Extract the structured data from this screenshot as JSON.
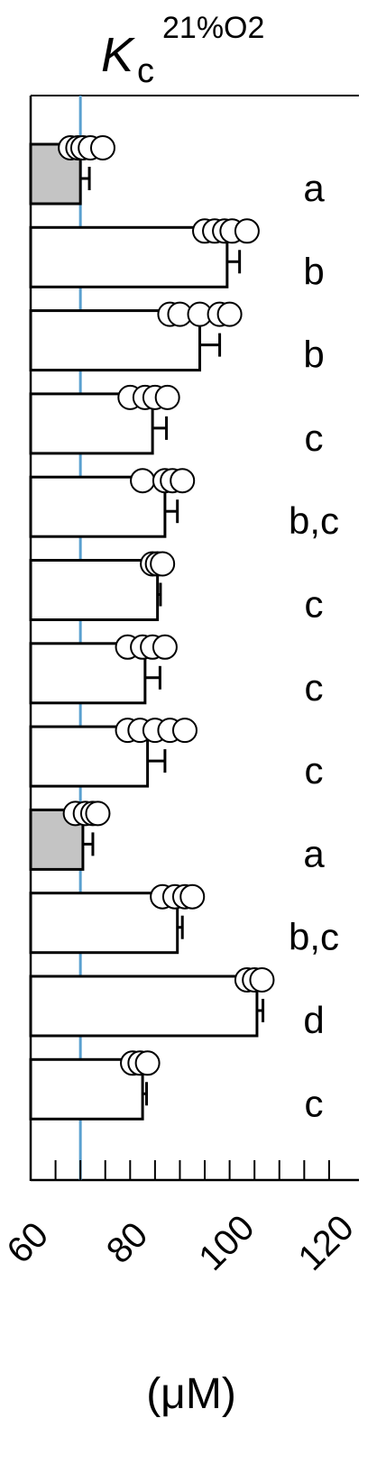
{
  "chart_data": {
    "type": "bar",
    "orientation": "horizontal",
    "title": {
      "main": "K",
      "subscript": "c",
      "superscript": "21%O2"
    },
    "xlabel": "(μM)",
    "xlim": [
      60,
      126
    ],
    "xticks": [
      60,
      80,
      100,
      120
    ],
    "minor_xticks": [
      65,
      70,
      75,
      85,
      90,
      95,
      105,
      110,
      115
    ],
    "reference_line": {
      "x": 70,
      "color": "#5aa0d0"
    },
    "grid": false,
    "colors": {
      "highlight": "#c4c4c4",
      "default": "#ffffff",
      "points": "#ffffff"
    },
    "bars": [
      {
        "value": 70,
        "error": 1.8,
        "highlight": true,
        "label": "a",
        "points": [
          68,
          69.5,
          70.5,
          72,
          74.5
        ]
      },
      {
        "value": 99.5,
        "error": 2.5,
        "highlight": false,
        "label": "b",
        "points": [
          95,
          97,
          99,
          100.5,
          103.5
        ]
      },
      {
        "value": 94,
        "error": 4,
        "highlight": false,
        "label": "b",
        "points": [
          88,
          90,
          94,
          98,
          100
        ]
      },
      {
        "value": 84.5,
        "error": 2.8,
        "highlight": false,
        "label": "c",
        "points": [
          80,
          83,
          85,
          87.5
        ]
      },
      {
        "value": 87,
        "error": 2.5,
        "highlight": false,
        "label": "b,c",
        "points": [
          82.5,
          87,
          88.5,
          90.5
        ]
      },
      {
        "value": 85.5,
        "error": 0.6,
        "highlight": false,
        "label": "c",
        "points": [
          84.5,
          85.5,
          86.5
        ]
      },
      {
        "value": 83,
        "error": 3,
        "highlight": false,
        "label": "c",
        "points": [
          79.5,
          82.5,
          84.5,
          87
        ]
      },
      {
        "value": 83.5,
        "error": 3.5,
        "highlight": false,
        "label": "c",
        "points": [
          79.5,
          82,
          85,
          88,
          91
        ]
      },
      {
        "value": 70.5,
        "error": 2,
        "highlight": true,
        "label": "a",
        "points": [
          69,
          71,
          72.5,
          73.5
        ]
      },
      {
        "value": 89.5,
        "error": 1,
        "highlight": false,
        "label": "b,c",
        "points": [
          86.5,
          89,
          91,
          92.5
        ]
      },
      {
        "value": 105.5,
        "error": 1.2,
        "highlight": false,
        "label": "d",
        "points": [
          103.5,
          105,
          106.5
        ]
      },
      {
        "value": 82.5,
        "error": 0.8,
        "highlight": false,
        "label": "c",
        "points": [
          80.5,
          82,
          83.5
        ]
      }
    ]
  }
}
